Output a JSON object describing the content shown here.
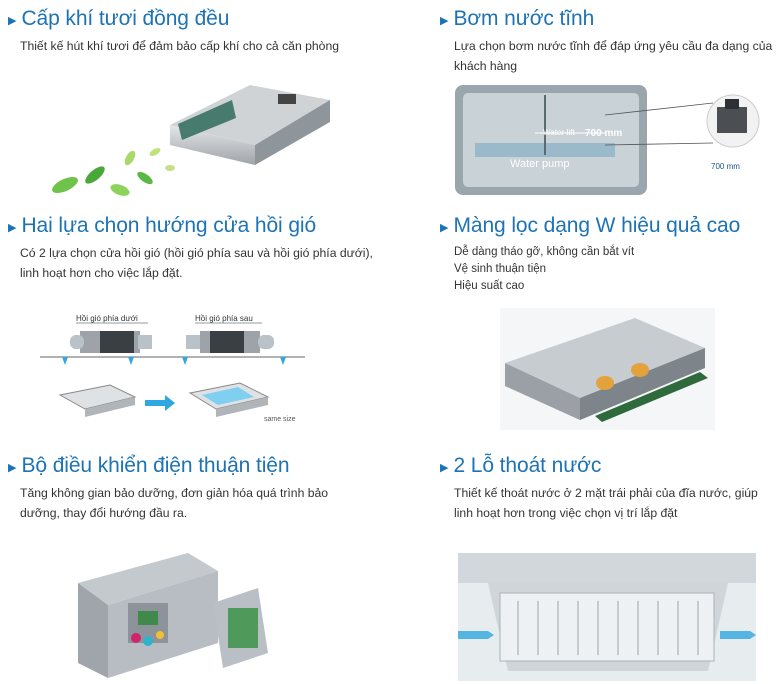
{
  "features": [
    {
      "title": "Cấp khí tươi đồng đều",
      "desc": "Thiết kế hút khí tươi để đảm bảo cấp khí cho cả căn phòng"
    },
    {
      "title": "Bơm nước tĩnh",
      "desc": "Lựa chọn bơm nước tĩnh để đáp ứng yêu cầu đa dạng của khách hàng",
      "image_labels": {
        "water_lift": "Water-lift",
        "lift_value": "700 mm",
        "pump": "Water pump",
        "callout_value": "700 mm"
      }
    },
    {
      "title": "Hai lựa chọn hướng cửa hồi gió",
      "desc": "Có 2 lựa chọn cửa hồi gió (hồi gió phía sau và hồi gió phía dưới), linh hoạt hơn cho việc lắp đặt.",
      "image_labels": {
        "bottom_return": "Hồi gió phía dưới",
        "rear_return": "Hồi gió phía sau",
        "same_size": "same size"
      }
    },
    {
      "title": "Màng lọc dạng W hiệu quả cao",
      "lines": [
        "Dễ dàng tháo gỡ, không cần bắt vít",
        "Vệ sinh thuận tiện",
        "Hiệu suất cao"
      ]
    },
    {
      "title": "Bộ điều khiển điện thuận tiện",
      "desc": "Tăng không gian bảo dưỡng, đơn giản hóa quá trình bảo dưỡng, thay đổi hướng đầu ra."
    },
    {
      "title": "2 Lỗ thoát nước",
      "desc": "Thiết kế thoát nước ở 2 mặt trái phải của đĩa nước, giúp linh hoạt hơn trong việc chọn vị trí lắp đặt"
    }
  ],
  "colors": {
    "accent": "#1d73b6",
    "text": "#333333"
  }
}
